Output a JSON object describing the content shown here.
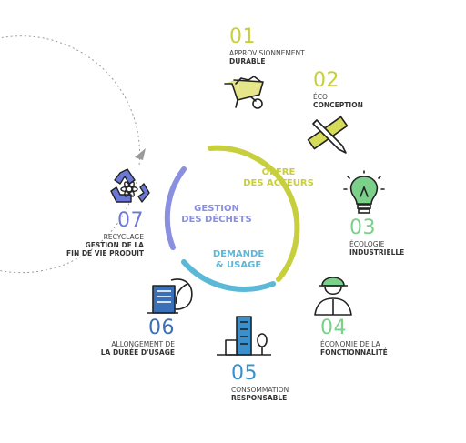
{
  "center": {
    "offre": [
      "OFFRE",
      "DES ACTEURS"
    ],
    "demande": [
      "DEMANDE",
      "& USAGE"
    ],
    "gestion": [
      "GESTION",
      "DES DÉCHETS"
    ]
  },
  "steps": [
    {
      "num": "01",
      "line1": "APPROVISIONNEMENT",
      "line2": "DURABLE",
      "icon": "wheelbarrow-icon"
    },
    {
      "num": "02",
      "line1": "ÉCO",
      "line2": "CONCEPTION",
      "icon": "ruler-pencil-icon"
    },
    {
      "num": "03",
      "line1": "ÉCOLOGIE",
      "line2": "INDUSTRIELLE",
      "icon": "lightbulb-icon"
    },
    {
      "num": "04",
      "line1": "ÉCONOMIE DE LA",
      "line2": "FONCTIONNALITÉ",
      "icon": "worker-icon"
    },
    {
      "num": "05",
      "line1": "CONSOMMATION",
      "line2": "RESPONSABLE",
      "icon": "city-building-icon"
    },
    {
      "num": "06",
      "line1": "ALLONGEMENT DE",
      "line2": "LA DURÉE D'USAGE",
      "icon": "building-leaf-icon"
    },
    {
      "num": "07",
      "line1": "RECYCLAGE",
      "line2": "GESTION DE LA",
      "line3": "FIN DE VIE PRODUIT",
      "icon": "recycle-icon"
    }
  ],
  "colors": {
    "offre": "#c8cf3c",
    "demande": "#5bb8d6",
    "gestion": "#8b8fe0",
    "s01": "#c8cf3c",
    "s02": "#c8cf3c",
    "s03": "#7bd08a",
    "s04": "#7bd08a",
    "s05": "#3a90cc",
    "s06": "#3a70b8",
    "s07": "#6c78d6"
  }
}
